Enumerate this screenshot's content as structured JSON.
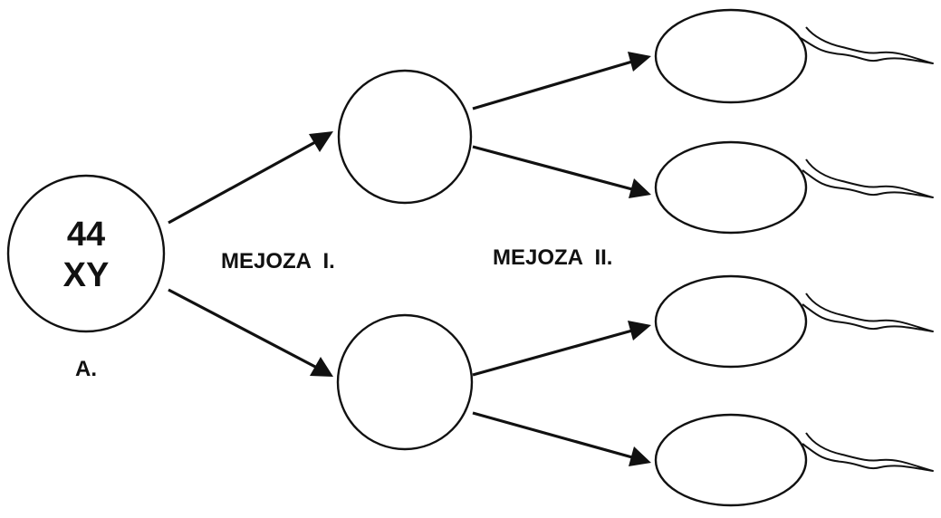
{
  "diagram": {
    "parent_cell": {
      "line1": "44",
      "line2": "XY",
      "caption": "A."
    },
    "stage_labels": {
      "meiosis_1": "MEJOZA  I.",
      "meiosis_2": "MEJOZA  II."
    },
    "colors": {
      "stroke": "#111111",
      "background": "#ffffff"
    }
  }
}
